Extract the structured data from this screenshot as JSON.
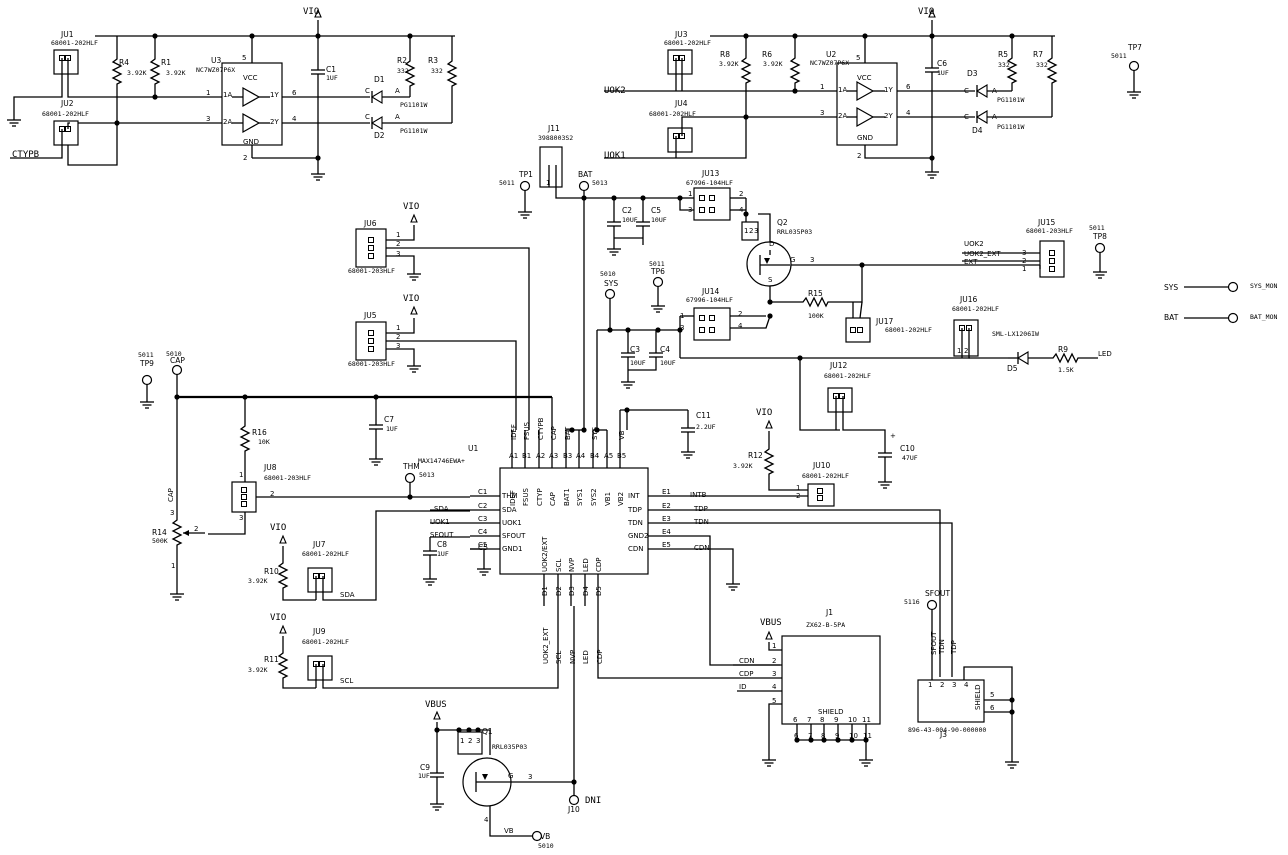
{
  "power": {
    "vio": "VIO",
    "vbus": "VBUS",
    "sys": "SYS",
    "bat": "BAT",
    "cap": "CAP",
    "thm": "THM",
    "vb": "VB",
    "sfout": "SFOUT",
    "dni": "DNI"
  },
  "nets": {
    "uok2": "UOK2",
    "uok1": "UOK1",
    "ctypb": "CTYPB",
    "sda": "SDA",
    "scl": "SCL",
    "intb": "INTB",
    "tdp": "TDP",
    "tdn": "TDN",
    "cdn": "CDN",
    "cdp": "CDP",
    "id": "ID",
    "led": "LED",
    "uok2_ext": "UOK2_EXT",
    "ext": "EXT",
    "nvp": "NVP",
    "idef": "IDEF",
    "fsus": "FSUS",
    "ctypb2": "CTYPB",
    "bat2": "BAT",
    "sys2": "SYS",
    "vb2": "VB",
    "gnd": "GND"
  },
  "u1": {
    "ref": "U1",
    "part": "MAX14746EWA+",
    "top_pins": [
      "A1",
      "B1",
      "A2",
      "A3",
      "B3",
      "A4",
      "B4",
      "A5",
      "B5"
    ],
    "top_names": [
      "IDEF",
      "FSUS",
      "CTYP",
      "CAP",
      "BAT1",
      "SYS1",
      "SYS2",
      "VB1",
      "VB2"
    ],
    "left_pins": [
      "C1",
      "C2",
      "C3",
      "C4",
      "C5"
    ],
    "left_names": [
      "THM",
      "SDA",
      "UOK1",
      "SFOUT",
      "GND1"
    ],
    "right_pins": [
      "E1",
      "E2",
      "E3",
      "E4",
      "E5"
    ],
    "right_names": [
      "INT",
      "TDP",
      "TDN",
      "GND2",
      "CDN"
    ],
    "bottom_pins": [
      "D1",
      "D2",
      "D3",
      "D4",
      "D5"
    ],
    "bottom_names": [
      "UOK2/EXT",
      "SCL",
      "NVP",
      "LED",
      "CDP"
    ]
  },
  "u3": {
    "ref": "U3",
    "part": "NC7WZ07P6X",
    "vcc": "VCC",
    "gnd": "GND",
    "a1": "1A",
    "a2": "2A",
    "y1": "1Y",
    "y2": "2Y",
    "p1": "1",
    "p3": "3",
    "p6": "6",
    "p4": "4",
    "p5": "5",
    "p2": "2"
  },
  "u2": {
    "ref": "U2",
    "part": "NC7WZ07P6X",
    "vcc": "VCC",
    "gnd": "GND",
    "a1": "1A",
    "a2": "2A",
    "y1": "1Y",
    "y2": "2Y",
    "p1": "1",
    "p3": "3",
    "p6": "6",
    "p4": "4",
    "p5": "5",
    "p2": "2"
  },
  "jumpers": {
    "ju1": {
      "ref": "JU1",
      "part": "68001-202HLF"
    },
    "ju2": {
      "ref": "JU2",
      "part": "68001-202HLF"
    },
    "ju3": {
      "ref": "JU3",
      "part": "68001-202HLF"
    },
    "ju4": {
      "ref": "JU4",
      "part": "68001-202HLF"
    },
    "ju5": {
      "ref": "JU5",
      "part": "68001-203HLF"
    },
    "ju6": {
      "ref": "JU6",
      "part": "68001-203HLF"
    },
    "ju7": {
      "ref": "JU7",
      "part": "68001-202HLF"
    },
    "ju8": {
      "ref": "JU8",
      "part": "68001-203HLF"
    },
    "ju9": {
      "ref": "JU9",
      "part": "68001-202HLF"
    },
    "ju10": {
      "ref": "JU10",
      "part": "68001-202HLF"
    },
    "ju12": {
      "ref": "JU12",
      "part": "68001-202HLF"
    },
    "ju13": {
      "ref": "JU13",
      "part": "67996-104HLF"
    },
    "ju14": {
      "ref": "JU14",
      "part": "67996-104HLF"
    },
    "ju15": {
      "ref": "JU15",
      "part": "68001-203HLF"
    },
    "ju16": {
      "ref": "JU16",
      "part": "68001-202HLF"
    },
    "ju17": {
      "ref": "JU17",
      "part": "68001-202HLF"
    }
  },
  "resistors": {
    "r1": {
      "ref": "R1",
      "val": "3.92K"
    },
    "r2": {
      "ref": "R2",
      "val": "332"
    },
    "r3": {
      "ref": "R3",
      "val": "332"
    },
    "r4": {
      "ref": "R4",
      "val": "3.92K"
    },
    "r5": {
      "ref": "R5",
      "val": "332"
    },
    "r6": {
      "ref": "R6",
      "val": "3.92K"
    },
    "r7": {
      "ref": "R7",
      "val": "332"
    },
    "r8": {
      "ref": "R8",
      "val": "3.92K"
    },
    "r9": {
      "ref": "R9",
      "val": "1.5K"
    },
    "r10": {
      "ref": "R10",
      "val": "3.92K"
    },
    "r11": {
      "ref": "R11",
      "val": "3.92K"
    },
    "r12": {
      "ref": "R12",
      "val": "3.92K"
    },
    "r14": {
      "ref": "R14",
      "val": "500K"
    },
    "r15": {
      "ref": "R15",
      "val": "100K"
    },
    "r16": {
      "ref": "R16",
      "val": "10K"
    }
  },
  "capacitors": {
    "c1": {
      "ref": "C1",
      "val": "1UF"
    },
    "c2": {
      "ref": "C2",
      "val": "10UF"
    },
    "c3": {
      "ref": "C3",
      "val": "10UF"
    },
    "c4": {
      "ref": "C4",
      "val": "10UF"
    },
    "c5": {
      "ref": "C5",
      "val": "10UF"
    },
    "c6": {
      "ref": "C6",
      "val": "1UF"
    },
    "c7": {
      "ref": "C7",
      "val": "1UF"
    },
    "c8": {
      "ref": "C8",
      "val": "1UF"
    },
    "c9": {
      "ref": "C9",
      "val": "1UF"
    },
    "c10": {
      "ref": "C10",
      "val": "47UF"
    },
    "c11": {
      "ref": "C11",
      "val": "2.2UF"
    },
    "c5b": {
      "ref": "C5",
      "val": ""
    }
  },
  "leds": {
    "d1": {
      "ref": "D1",
      "part": "PG1101W"
    },
    "d2": {
      "ref": "D2",
      "part": "PG1101W"
    },
    "d3": {
      "ref": "D3",
      "part": "PG1101W"
    },
    "d4": {
      "ref": "D4",
      "part": "PG1101W"
    },
    "d5": {
      "ref": "D5",
      "part": "SML-LX1206IW"
    }
  },
  "fets": {
    "q1": {
      "ref": "Q1",
      "part": "RRL035P03"
    },
    "q2": {
      "ref": "Q2",
      "part": "RRL035P03"
    }
  },
  "connectors": {
    "j1": {
      "ref": "J1",
      "part": "ZX62-B-5PA",
      "shield": "SHIELD"
    },
    "j3": {
      "ref": "J3",
      "part": "896-43-004-90-000000",
      "shield": "SHIELD"
    },
    "j10": {
      "ref": "J10"
    },
    "j11": {
      "ref": "J11",
      "part": "3988003S2"
    }
  },
  "testpoints": {
    "tp1": {
      "ref": "TP1",
      "part": "5011"
    },
    "tp6": {
      "ref": "TP6",
      "part": "5011"
    },
    "tp7": {
      "ref": "TP7",
      "part": "5011"
    },
    "tp8": {
      "ref": "TP8",
      "part": "5011"
    },
    "tp9": {
      "ref": "TP9",
      "part": "5011"
    },
    "bat": {
      "part": "5013"
    },
    "sys": {
      "part": "5010"
    },
    "cap": {
      "part": "5010"
    },
    "thm": {
      "part": "5013"
    },
    "vb": {
      "part": "5010"
    },
    "sfout": {
      "part": "5116"
    }
  },
  "legend": {
    "sys_label": "SYS",
    "sys_mon": "SYS_MON",
    "bat_label": "BAT",
    "bat_mon": "BAT_MON"
  },
  "pins": {
    "n1": "1",
    "n2": "2",
    "n3": "3",
    "n4": "4",
    "n5": "5",
    "n6": "6",
    "n7": "7",
    "n8": "8",
    "n9": "9",
    "n10": "10",
    "n11": "11",
    "a": "A",
    "c": "C",
    "g": "G",
    "s": "S",
    "d": "D",
    "plus": "+"
  }
}
